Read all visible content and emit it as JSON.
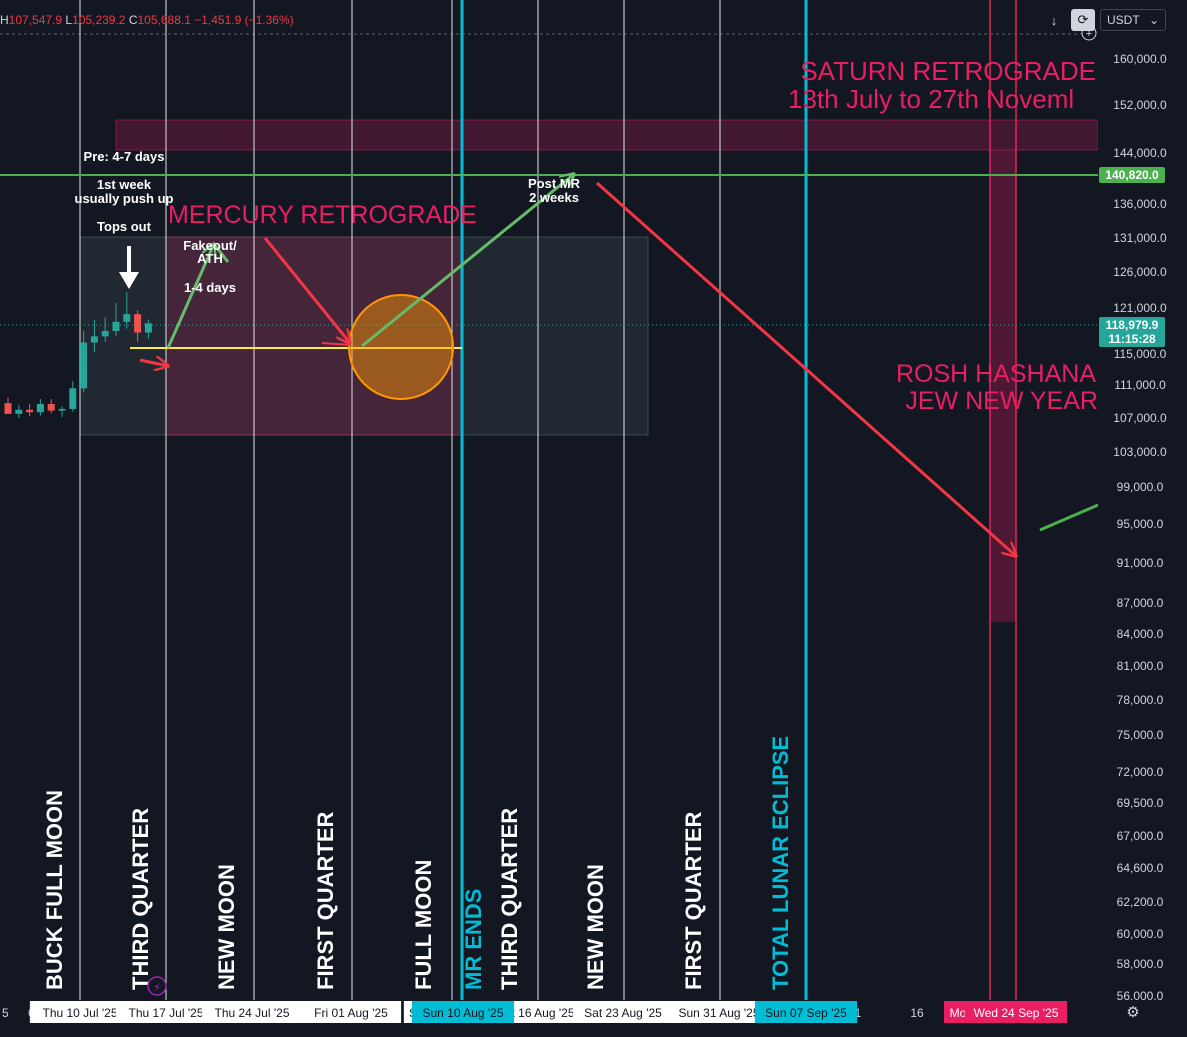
{
  "ohlc": {
    "h": "107,547.9",
    "l": "105,239.2",
    "c": "105,688.1",
    "change": "−1,451.9 (−1.36%)"
  },
  "toolbar": {
    "currency": "USDT",
    "download_icon": "arrow-down-icon",
    "sync_icon": "sync-icon"
  },
  "colors": {
    "bg": "#131722",
    "up": "#26a69a",
    "down": "#ef5350",
    "pink": "#e91e63",
    "cyan": "#00bcd4",
    "green_line": "#4caf50",
    "green_arrow": "#66bb6a",
    "red_arrow": "#f23645",
    "yellow": "#ffeb3b",
    "orange": "#ff9800"
  },
  "chart_data": {
    "type": "candlestick",
    "y_ticks": [
      "160,000.0",
      "152,000.0",
      "144,000.0",
      "136,000.0",
      "131,000.0",
      "126,000.0",
      "121,000.0",
      "115,000.0",
      "111,000.0",
      "107,000.0",
      "103,000.0",
      "99,000.0",
      "95,000.0",
      "91,000.0",
      "87,000.0",
      "84,000.0",
      "81,000.0",
      "78,000.0",
      "75,000.0",
      "72,000.0",
      "69,500.0",
      "67,000.0",
      "64,600.0",
      "62,200.0",
      "60,000.0",
      "58,000.0",
      "56,000.0"
    ],
    "x_labels": [
      "5",
      "6",
      "Thu 10 Jul '25",
      "Thu 17 Jul '25",
      "Thu 24 Jul '25",
      "Fri 01 Aug '25",
      "S",
      "t 16 Aug '25",
      "Sat 23 Aug '25",
      "Sun 31 Aug '25",
      "1",
      "16",
      "Mo"
    ],
    "x_highlight_cyan": [
      "Sun 10 Aug '25",
      "Sun 07 Sep '25"
    ],
    "x_highlight_pink": [
      "Wed 24 Sep '25"
    ],
    "price_label_green": "140,820.0",
    "current_price": "118,979.9",
    "countdown": "11:15:28",
    "candles": [
      {
        "o": 108800,
        "h": 109500,
        "l": 107900,
        "c": 107500
      },
      {
        "o": 107500,
        "h": 108600,
        "l": 107000,
        "c": 108000
      },
      {
        "o": 108000,
        "h": 108700,
        "l": 107200,
        "c": 107700
      },
      {
        "o": 107700,
        "h": 109300,
        "l": 107300,
        "c": 108700
      },
      {
        "o": 108700,
        "h": 109300,
        "l": 107600,
        "c": 107900
      },
      {
        "o": 107900,
        "h": 108400,
        "l": 107100,
        "c": 108100
      },
      {
        "o": 108100,
        "h": 111500,
        "l": 107800,
        "c": 110600
      },
      {
        "o": 110600,
        "h": 118000,
        "l": 110100,
        "c": 116500
      },
      {
        "o": 116500,
        "h": 119500,
        "l": 115200,
        "c": 117300
      },
      {
        "o": 117300,
        "h": 119800,
        "l": 116600,
        "c": 118000
      },
      {
        "o": 118000,
        "h": 121700,
        "l": 117400,
        "c": 119200
      },
      {
        "o": 119200,
        "h": 123200,
        "l": 118300,
        "c": 120200
      },
      {
        "o": 120200,
        "h": 120700,
        "l": 116600,
        "c": 117800
      },
      {
        "o": 117800,
        "h": 119500,
        "l": 117000,
        "c": 119000
      }
    ],
    "vertical_labels": [
      {
        "text": "BUCK FULL MOON",
        "color": "white"
      },
      {
        "text": "THIRD QUARTER",
        "color": "white"
      },
      {
        "text": "NEW MOON",
        "color": "white"
      },
      {
        "text": "FIRST QUARTER",
        "color": "white"
      },
      {
        "text": "FULL MOON",
        "color": "white"
      },
      {
        "text": "MR ENDS",
        "color": "cyan"
      },
      {
        "text": "THIRD QUARTER",
        "color": "white"
      },
      {
        "text": "NEW MOON",
        "color": "white"
      },
      {
        "text": "FIRST QUARTER",
        "color": "white"
      },
      {
        "text": "TOTAL LUNAR ECLIPSE",
        "color": "cyan"
      }
    ],
    "annotations": {
      "saturn_1": "SATURN RETROGRADE",
      "saturn_2": "13th July to 27th Noveml",
      "mercury": "MERCURY RETROGRADE",
      "rosh_1": "ROSH HASHANA",
      "rosh_2": "JEW NEW YEAR",
      "pre": "Pre: 4-7 days",
      "week_1": "1st week",
      "week_2": "usually push up",
      "tops": "Tops out",
      "fake_1": "Fakeout/",
      "fake_2": "ATH",
      "days": "1-4 days",
      "post_1": "Post MR",
      "post_2": "2 weeks"
    }
  }
}
